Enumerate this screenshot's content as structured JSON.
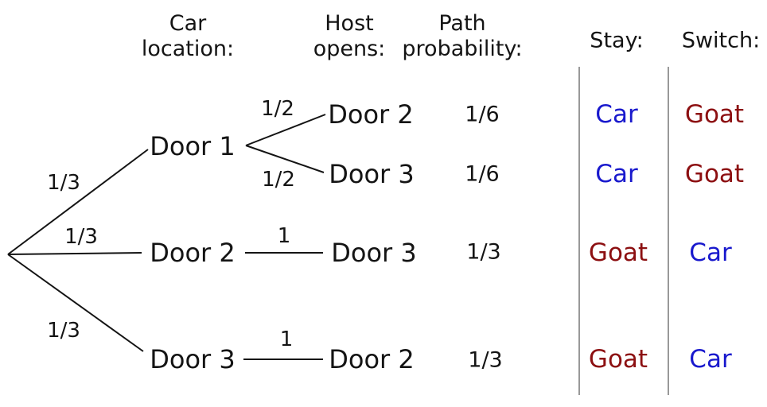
{
  "headers": {
    "car_location": "Car\nlocation:",
    "host_opens": "Host\nopens:",
    "path_probability": "Path\nprobability:",
    "stay": "Stay:",
    "switch": "Switch:"
  },
  "tree": {
    "root_branches": [
      {
        "probability": "1/3",
        "car_location": "Door 1"
      },
      {
        "probability": "1/3",
        "car_location": "Door 2"
      },
      {
        "probability": "1/3",
        "car_location": "Door 3"
      }
    ],
    "paths": [
      {
        "from": "Door 1",
        "edge_probability": "1/2",
        "host_opens": "Door 2",
        "path_probability": "1/6",
        "stay": "Car",
        "switch": "Goat"
      },
      {
        "from": "Door 1",
        "edge_probability": "1/2",
        "host_opens": "Door 3",
        "path_probability": "1/6",
        "stay": "Car",
        "switch": "Goat"
      },
      {
        "from": "Door 2",
        "edge_probability": "1",
        "host_opens": "Door 3",
        "path_probability": "1/3",
        "stay": "Goat",
        "switch": "Car"
      },
      {
        "from": "Door 3",
        "edge_probability": "1",
        "host_opens": "Door 2",
        "path_probability": "1/3",
        "stay": "Goat",
        "switch": "Car"
      }
    ]
  },
  "colors": {
    "car": "#1919cd",
    "goat": "#8c0f11",
    "text": "#141414",
    "separator": "#999999"
  }
}
